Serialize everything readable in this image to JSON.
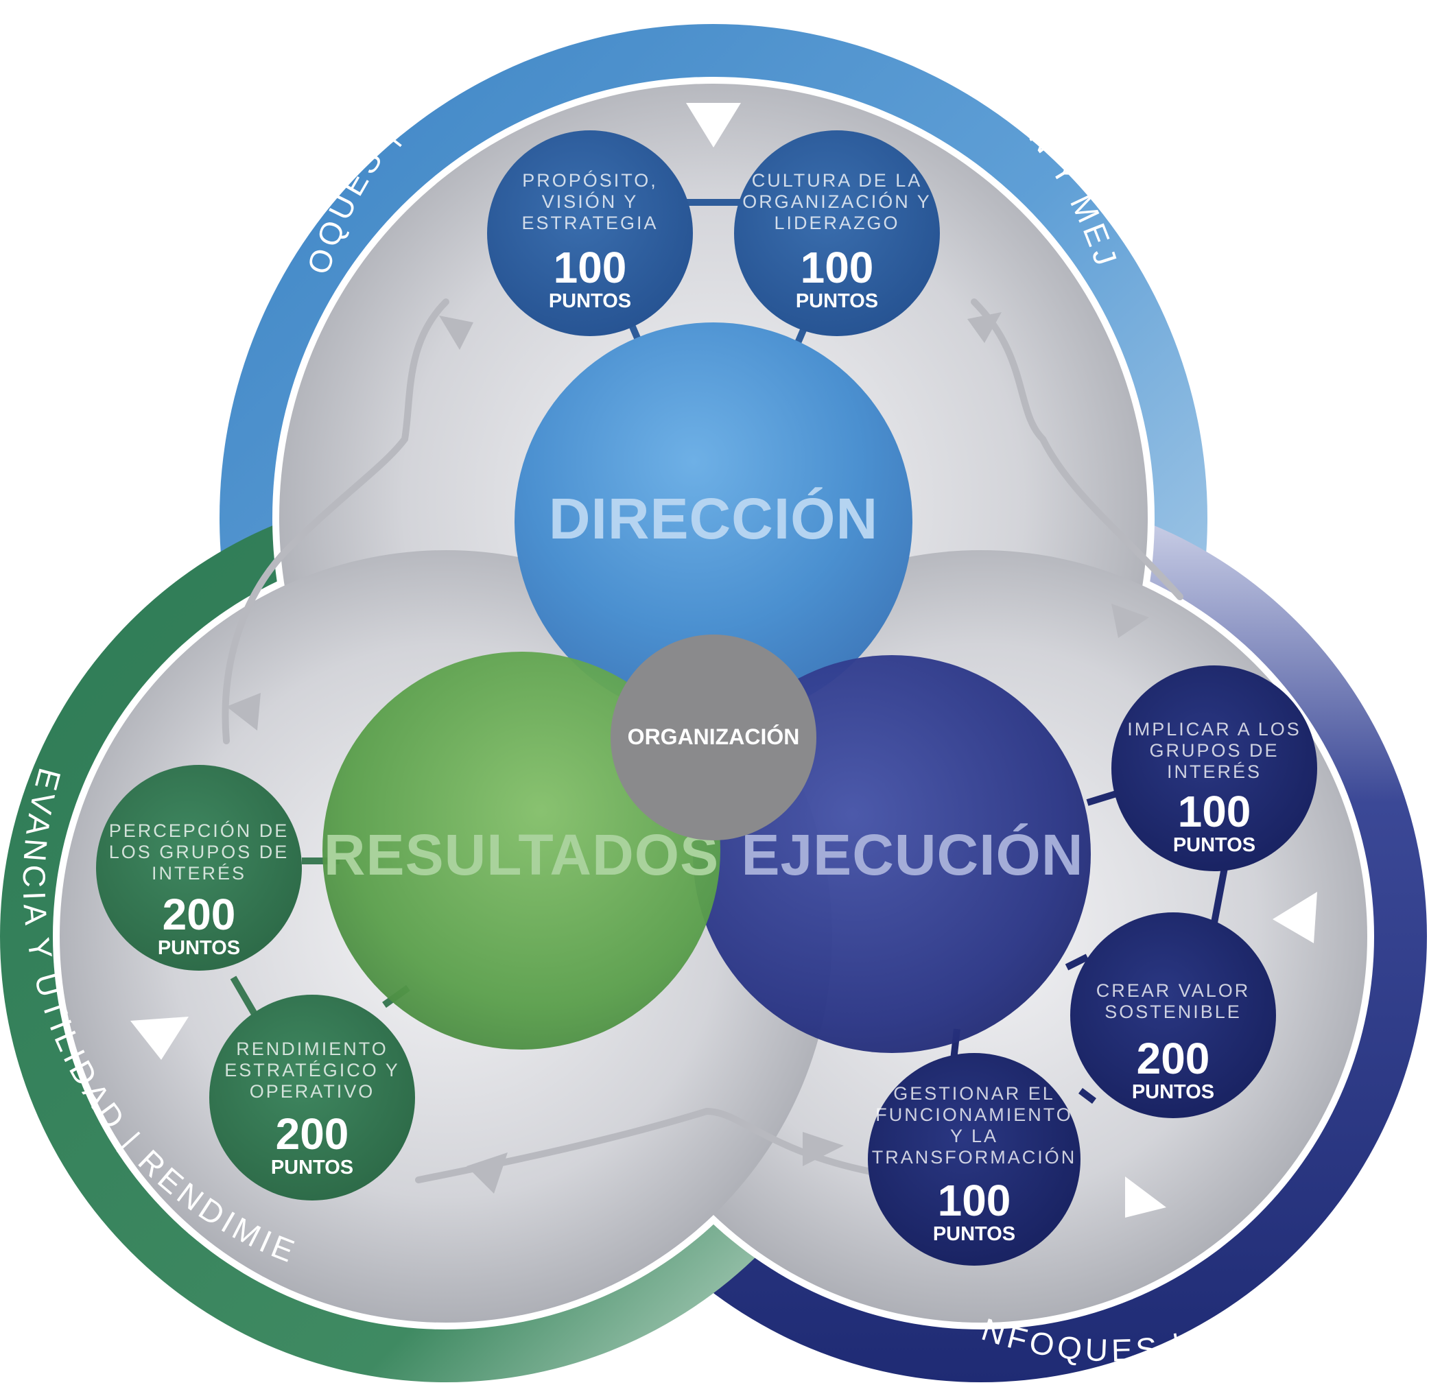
{
  "outer_ring": {
    "top_label": "ENFOQUES | DESPLIEGUE | EVALUACIÓN, REVISIÓN Y MEJORA",
    "right_label": "ENFOQUES | DESPLIEGUE | EVALUACIÓN, REVISIÓN Y MEJORA",
    "left_label": "RELEVANCIA Y UTILIDAD | RENDIMIENTO"
  },
  "center": {
    "label": "ORGANIZACIÓN"
  },
  "pillars": {
    "direccion": {
      "label": "DIRECCIÓN"
    },
    "ejecucion": {
      "label": "EJECUCIÓN"
    },
    "resultados": {
      "label": "RESULTADOS"
    }
  },
  "criteria": {
    "proposito": {
      "lines": [
        "PROPÓSITO,",
        "VISIÓN Y",
        "ESTRATEGIA"
      ],
      "points": "100",
      "unit": "PUNTOS"
    },
    "cultura": {
      "lines": [
        "CULTURA DE LA",
        "ORGANIZACIÓN Y",
        "LIDERAZGO"
      ],
      "points": "100",
      "unit": "PUNTOS"
    },
    "implicar": {
      "lines": [
        "IMPLICAR A LOS",
        "GRUPOS DE",
        "INTERÉS"
      ],
      "points": "100",
      "unit": "PUNTOS"
    },
    "crear_valor": {
      "lines": [
        "CREAR VALOR",
        "SOSTENIBLE"
      ],
      "points": "200",
      "unit": "PUNTOS"
    },
    "gestionar": {
      "lines": [
        "GESTIONAR EL",
        "FUNCIONAMIENTO",
        "Y LA",
        "TRANSFORMACIÓN"
      ],
      "points": "100",
      "unit": "PUNTOS"
    },
    "percepcion": {
      "lines": [
        "PERCEPCIÓN DE",
        "LOS GRUPOS DE",
        "INTERÉS"
      ],
      "points": "200",
      "unit": "PUNTOS"
    },
    "rendimiento": {
      "lines": [
        "RENDIMIENTO",
        "ESTRATÉGICO Y",
        "OPERATIVO"
      ],
      "points": "200",
      "unit": "PUNTOS"
    }
  },
  "colors": {
    "direccion": "#4f93d3",
    "ejecucion": "#2c3a8e",
    "resultados": "#5fa64f",
    "criteria_top": "#2d5d9d",
    "criteria_right": "#1f2a6e",
    "criteria_left": "#3c7a55",
    "center": "#8a8a8c"
  }
}
